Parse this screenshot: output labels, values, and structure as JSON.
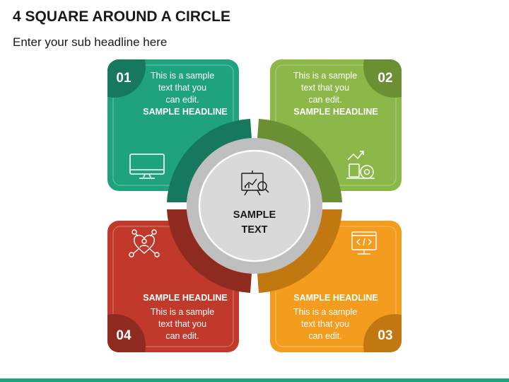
{
  "header": {
    "title": "4 SQUARE AROUND A CIRCLE",
    "subtitle": "Enter your sub headline here"
  },
  "center": {
    "line1": "SAMPLE",
    "line2": "TEXT",
    "icon": "presentation-board-analytics-icon"
  },
  "quadrants": [
    {
      "number": "01",
      "headline": "SAMPLE HEADLINE",
      "text_lines": [
        "This is a sample",
        "text that you",
        "can edit."
      ],
      "icon": "desktop-monitor-icon",
      "color": "#1fa37f",
      "dark": "#16795e"
    },
    {
      "number": "02",
      "headline": "SAMPLE HEADLINE",
      "text_lines": [
        "This is a sample",
        "text that you",
        "can edit."
      ],
      "icon": "growth-gear-icon",
      "color": "#8cb84a",
      "dark": "#6b8f33"
    },
    {
      "number": "03",
      "headline": "SAMPLE HEADLINE",
      "text_lines": [
        "This is a sample",
        "text that you",
        "can edit."
      ],
      "icon": "coding-monitor-icon",
      "color": "#f39c1d",
      "dark": "#c17810"
    },
    {
      "number": "04",
      "headline": "SAMPLE HEADLINE",
      "text_lines": [
        "This is a sample",
        "text that you",
        "can edit."
      ],
      "icon": "network-person-heart-icon",
      "color": "#c0392b",
      "dark": "#8e2a20"
    }
  ],
  "colors": {
    "accent_bar": "#1fa37f",
    "circle_outer": "#bfbfbf",
    "circle_inner": "#d9d9d9"
  }
}
